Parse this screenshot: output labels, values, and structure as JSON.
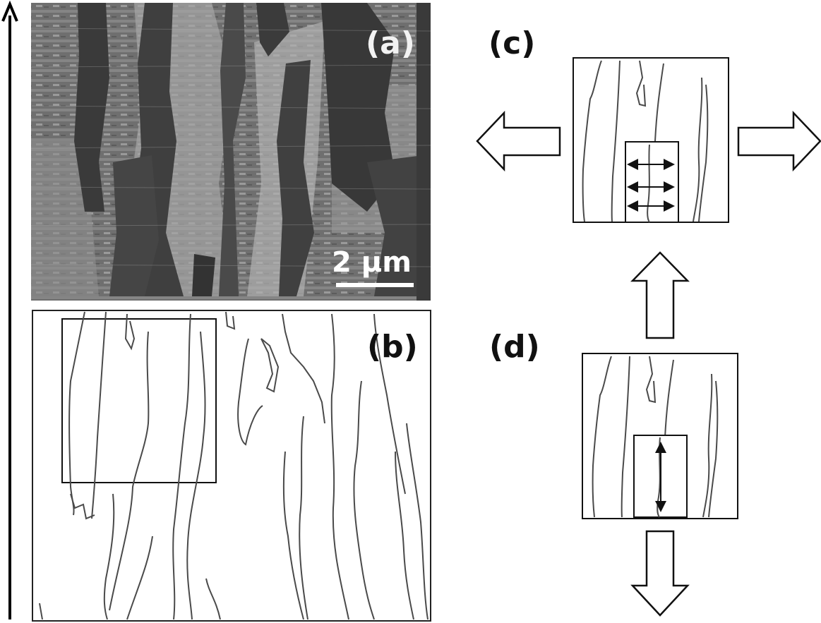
{
  "figure": {
    "panels": [
      {
        "id": "a",
        "label": "(a)"
      },
      {
        "id": "b",
        "label": "(b)"
      },
      {
        "id": "c",
        "label": "(c)"
      },
      {
        "id": "d",
        "label": "(d)"
      }
    ],
    "scale_bar": {
      "text": "2 μm"
    }
  },
  "colors": {
    "micrograph_dark": "#3a3a3a",
    "micrograph_light": "#8c8c8c",
    "line": "#4a4a4a",
    "label_dark": "#111111",
    "label_light": "#f2f2f2"
  }
}
